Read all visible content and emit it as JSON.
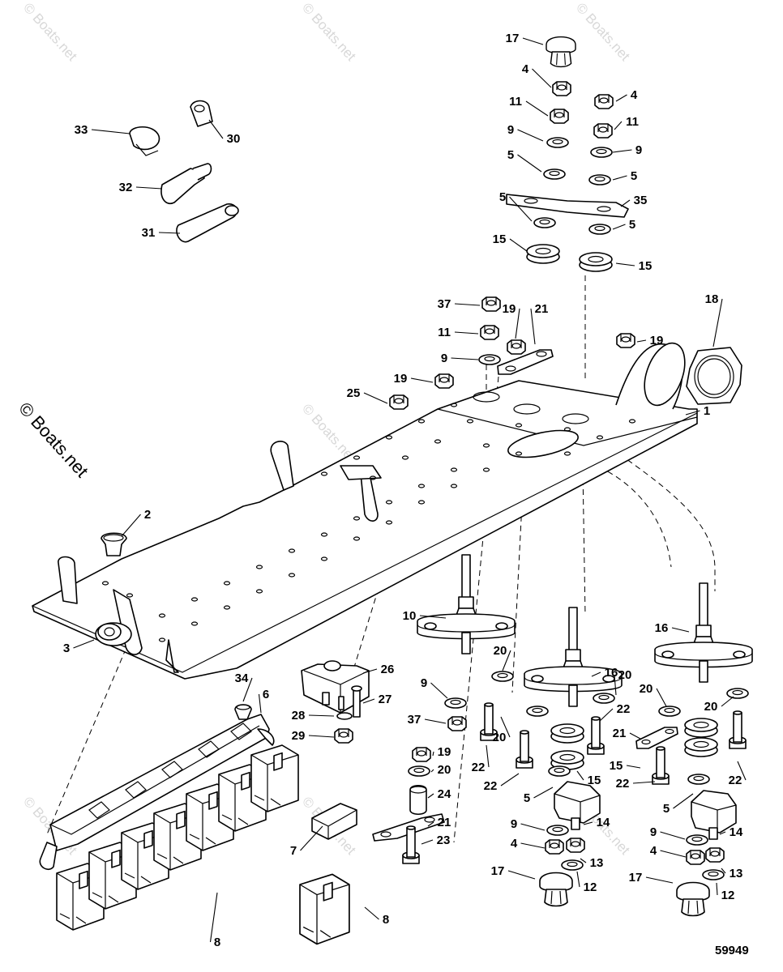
{
  "figure_number": "59949",
  "copyright": "© Boats.net",
  "watermark_text": "© Boats.net",
  "callouts": [
    {
      "id": "c17a",
      "label": "17"
    },
    {
      "id": "c4a",
      "label": "4"
    },
    {
      "id": "c4b",
      "label": "4"
    },
    {
      "id": "c11a",
      "label": "11"
    },
    {
      "id": "c11b",
      "label": "11"
    },
    {
      "id": "c9a",
      "label": "9"
    },
    {
      "id": "c9b",
      "label": "9"
    },
    {
      "id": "c5a",
      "label": "5"
    },
    {
      "id": "c5b",
      "label": "5"
    },
    {
      "id": "c35",
      "label": "35"
    },
    {
      "id": "c5c",
      "label": "5"
    },
    {
      "id": "c5d",
      "label": "5"
    },
    {
      "id": "c15a",
      "label": "15"
    },
    {
      "id": "c15b",
      "label": "15"
    },
    {
      "id": "c33",
      "label": "33"
    },
    {
      "id": "c30",
      "label": "30"
    },
    {
      "id": "c32",
      "label": "32"
    },
    {
      "id": "c31",
      "label": "31"
    },
    {
      "id": "c37a",
      "label": "37"
    },
    {
      "id": "c19a",
      "label": "19"
    },
    {
      "id": "c21a",
      "label": "21"
    },
    {
      "id": "c11c",
      "label": "11"
    },
    {
      "id": "c9c",
      "label": "9"
    },
    {
      "id": "c19b",
      "label": "19"
    },
    {
      "id": "c19c",
      "label": "19"
    },
    {
      "id": "c18",
      "label": "18"
    },
    {
      "id": "c25",
      "label": "25"
    },
    {
      "id": "c1",
      "label": "1"
    },
    {
      "id": "c2",
      "label": "2"
    },
    {
      "id": "c3",
      "label": "3"
    },
    {
      "id": "c10",
      "label": "10"
    },
    {
      "id": "c16a",
      "label": "16"
    },
    {
      "id": "c16b",
      "label": "16"
    },
    {
      "id": "c26",
      "label": "26"
    },
    {
      "id": "c34",
      "label": "34"
    },
    {
      "id": "c6",
      "label": "6"
    },
    {
      "id": "c9d",
      "label": "9"
    },
    {
      "id": "c20a",
      "label": "20"
    },
    {
      "id": "c20b",
      "label": "20"
    },
    {
      "id": "c20c",
      "label": "20"
    },
    {
      "id": "c20d",
      "label": "20"
    },
    {
      "id": "c27",
      "label": "27"
    },
    {
      "id": "c28",
      "label": "28"
    },
    {
      "id": "c29",
      "label": "29"
    },
    {
      "id": "c37b",
      "label": "37"
    },
    {
      "id": "c20e",
      "label": "20"
    },
    {
      "id": "c22a",
      "label": "22"
    },
    {
      "id": "c21b",
      "label": "21"
    },
    {
      "id": "c22b",
      "label": "22"
    },
    {
      "id": "c15c",
      "label": "15"
    },
    {
      "id": "c22c",
      "label": "22"
    },
    {
      "id": "c19d",
      "label": "19"
    },
    {
      "id": "c20f",
      "label": "20"
    },
    {
      "id": "c22d",
      "label": "22"
    },
    {
      "id": "c15d",
      "label": "15"
    },
    {
      "id": "c22e",
      "label": "22"
    },
    {
      "id": "c24",
      "label": "24"
    },
    {
      "id": "c5e",
      "label": "5"
    },
    {
      "id": "c5f",
      "label": "5"
    },
    {
      "id": "c21c",
      "label": "21"
    },
    {
      "id": "c9e",
      "label": "9"
    },
    {
      "id": "c14a",
      "label": "14"
    },
    {
      "id": "c9f",
      "label": "9"
    },
    {
      "id": "c14b",
      "label": "14"
    },
    {
      "id": "c23",
      "label": "23"
    },
    {
      "id": "c4c",
      "label": "4"
    },
    {
      "id": "c13a",
      "label": "13"
    },
    {
      "id": "c4d",
      "label": "4"
    },
    {
      "id": "c13b",
      "label": "13"
    },
    {
      "id": "c7",
      "label": "7"
    },
    {
      "id": "c17b",
      "label": "17"
    },
    {
      "id": "c12a",
      "label": "12"
    },
    {
      "id": "c17c",
      "label": "17"
    },
    {
      "id": "c12b",
      "label": "12"
    },
    {
      "id": "c8a",
      "label": "8"
    },
    {
      "id": "c8b",
      "label": "8"
    }
  ]
}
